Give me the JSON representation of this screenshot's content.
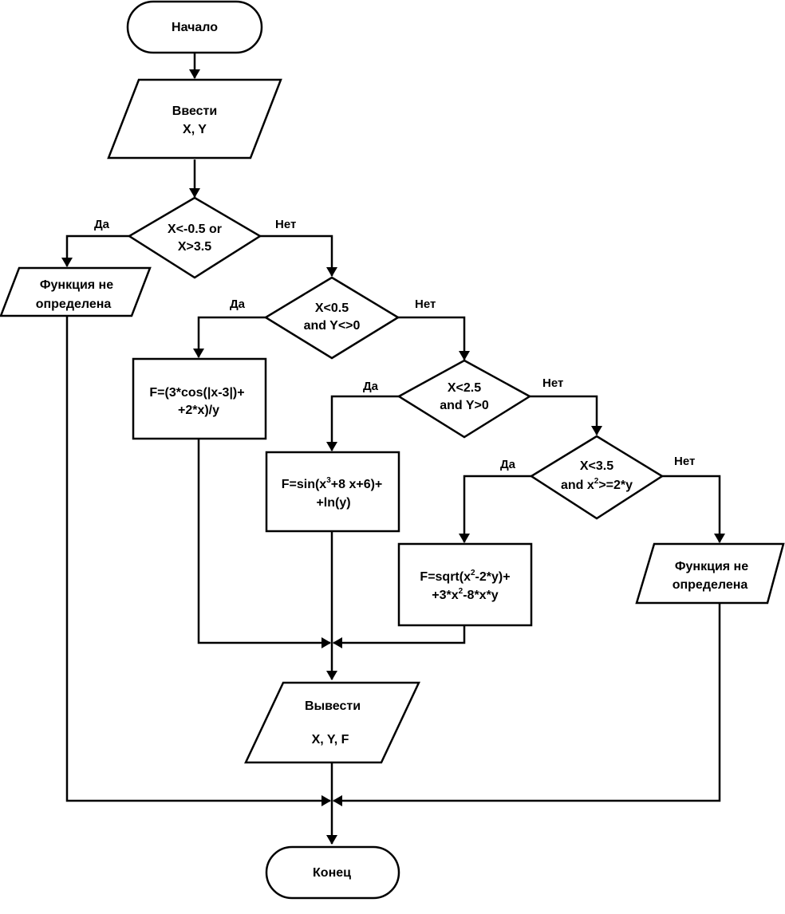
{
  "start": "Начало",
  "input": [
    "Ввести",
    "X, Y"
  ],
  "cond1": [
    "X<-0.5 or",
    "X>3.5"
  ],
  "cond2": [
    "X<0.5",
    "and Y<>0"
  ],
  "cond3": [
    "X<2.5",
    "and Y>0"
  ],
  "cond4": [
    "X<3.5",
    "and x",
    "2",
    ">=2*y"
  ],
  "undefined_left": [
    "Функция не",
    "определена"
  ],
  "undefined_right": [
    "Функция не",
    "определена"
  ],
  "formula1": [
    "F",
    "=(3*cos(|x-3|)+",
    "+2*x)/y"
  ],
  "formula2": [
    "F",
    "=sin(x",
    "3",
    "+8 x+6)+",
    "+ln(y)"
  ],
  "formula3": [
    "F",
    "=sqrt(x",
    "2",
    "-2*y)+",
    "+3*x",
    "2",
    "-8*x*y"
  ],
  "output": [
    "Вывести",
    "X, Y, F"
  ],
  "end": "Конец",
  "branch_yes": "Да",
  "branch_no": "Нет"
}
